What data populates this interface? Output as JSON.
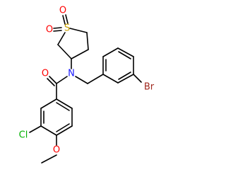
{
  "colors": {
    "bond": "#000000",
    "O": "#ff0000",
    "S": "#c8a000",
    "N": "#1a1aff",
    "Cl": "#00b000",
    "Br": "#a0281e",
    "background": "#ffffff"
  },
  "atoms": [
    {
      "id": "O_sulfonyl_a",
      "symbol": "O",
      "label": "O"
    },
    {
      "id": "S_ring",
      "symbol": "S",
      "label": "S"
    },
    {
      "id": "O_sulfonyl_b",
      "symbol": "O",
      "label": "O"
    },
    {
      "id": "O_carbonyl",
      "symbol": "O",
      "label": "O"
    },
    {
      "id": "N_amide",
      "symbol": "N",
      "label": "N"
    },
    {
      "id": "Br_aryl",
      "symbol": "Br",
      "label": "Br"
    },
    {
      "id": "Cl_aryl",
      "symbol": "Cl",
      "label": "Cl"
    },
    {
      "id": "O_methoxy",
      "symbol": "O",
      "label": "O"
    }
  ]
}
